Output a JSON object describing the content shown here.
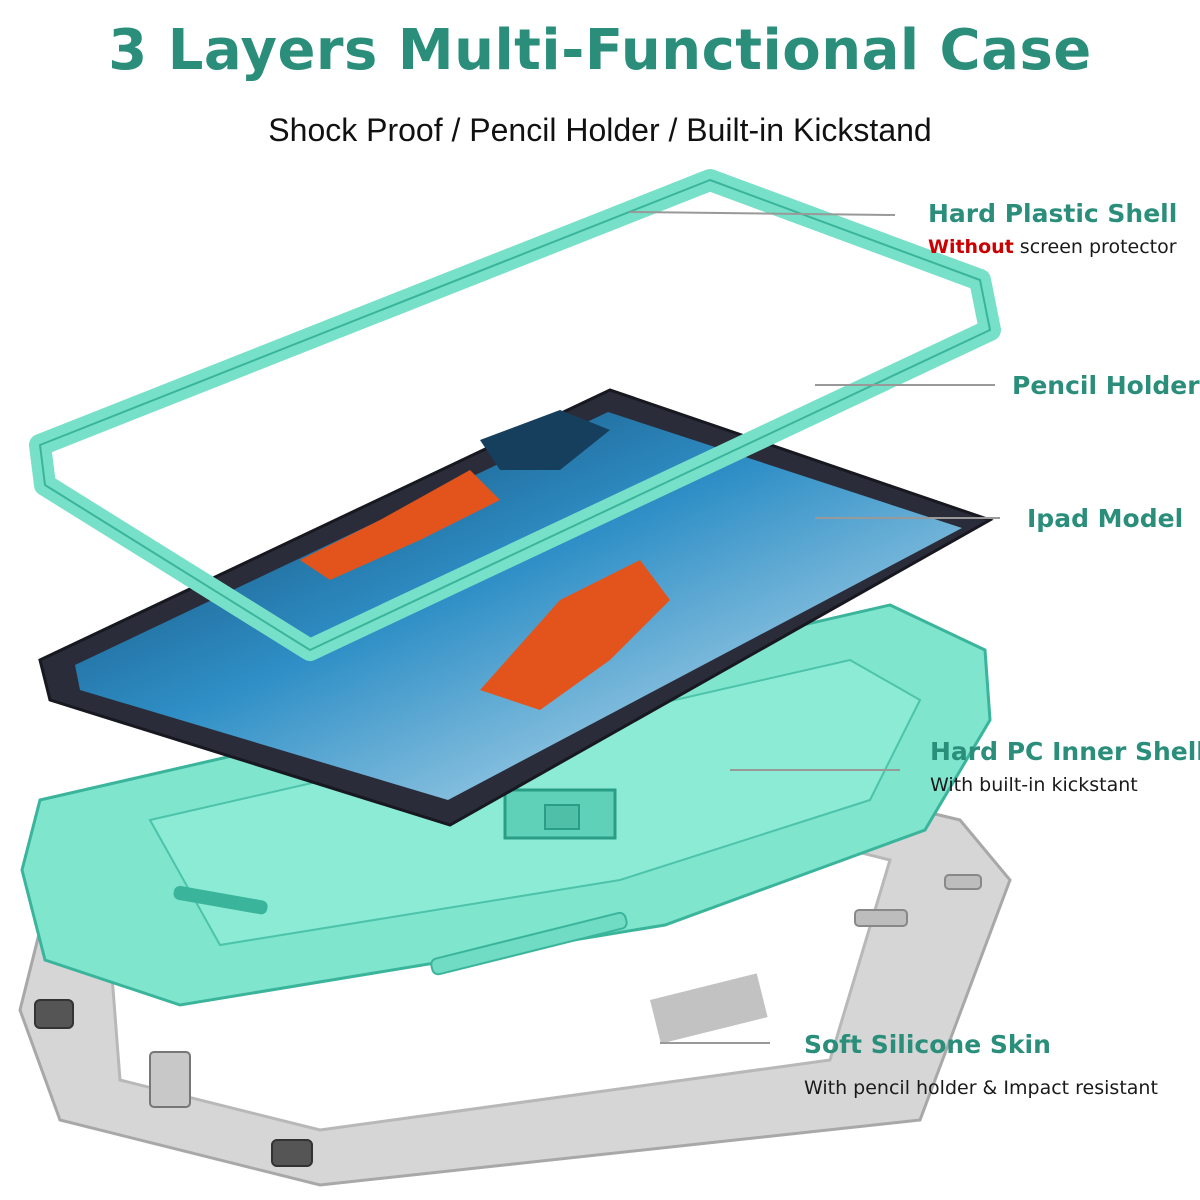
{
  "header": {
    "title": "3 Layers Multi-Functional Case",
    "subtitle": "Shock Proof / Pencil Holder / Built-in Kickstand"
  },
  "callouts": [
    {
      "label": "Hard Plastic Shell",
      "note_em": "Without",
      "note": " screen protector"
    },
    {
      "label": "Pencil Holder"
    },
    {
      "label": "Ipad Model"
    },
    {
      "label": "Hard PC Inner Shell",
      "note": "With built-in kickstant"
    },
    {
      "label": "Soft Silicone Skin",
      "note": "With pencil holder & Impact resistant"
    }
  ],
  "colors": {
    "accent": "#2a8e7a",
    "mint": "#6fe0c8",
    "warning": "#cc0000",
    "silicone": "#cfcfcf",
    "tablet_frame": "#2a2c3a"
  }
}
